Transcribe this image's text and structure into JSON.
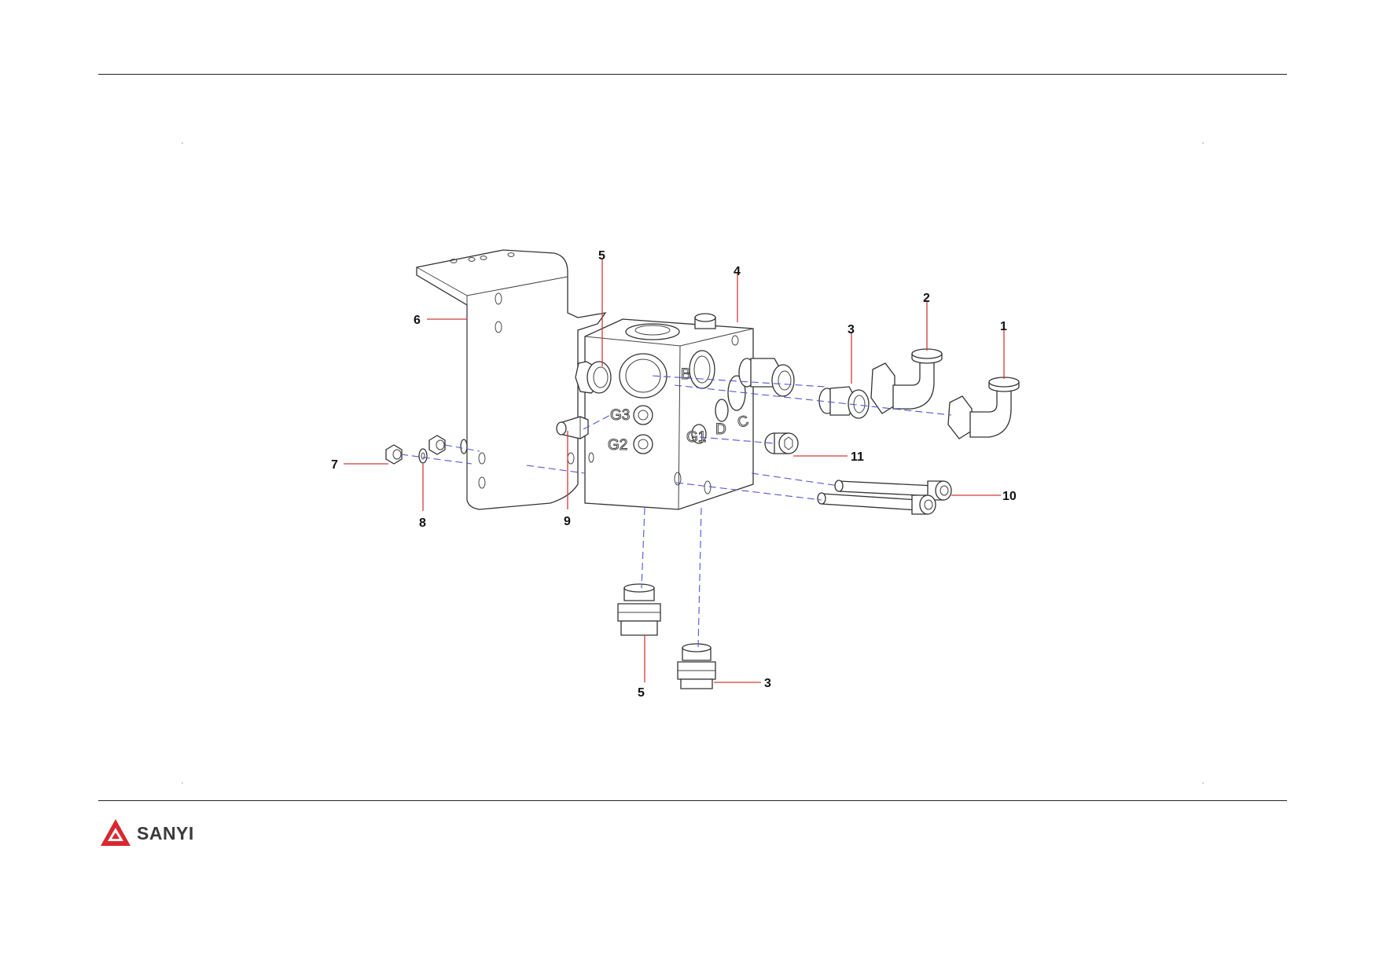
{
  "brand": {
    "name": "SANYI",
    "logo_icon": "sanyi-logo-icon",
    "logo_color": "#d7282f"
  },
  "colors": {
    "leader": "#d23a3a",
    "axis": "#5555cc",
    "linework": "#333333"
  },
  "callouts": {
    "c1": "1",
    "c2": "2",
    "c3a": "3",
    "c3b": "3",
    "c4": "4",
    "c5a": "5",
    "c5b": "5",
    "c6": "6",
    "c7": "7",
    "c8": "8",
    "c9": "9",
    "c10": "10",
    "c11": "11"
  },
  "port_labels": {
    "b": "B",
    "c": "C",
    "d": "D",
    "g1": "G1",
    "g2": "G2",
    "g3": "G3"
  }
}
